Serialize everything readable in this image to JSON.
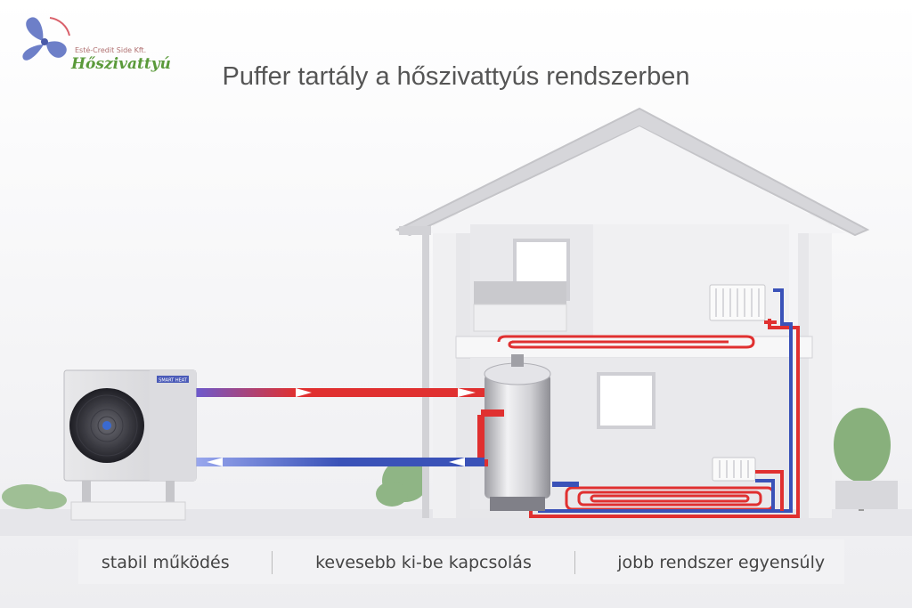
{
  "logo": {
    "subtitle": "Esté-Credit Side Kft.",
    "name": "Hőszivattyú",
    "icon": "fan-icon"
  },
  "title": "Puffer tartály a hőszivattyús rendszerben",
  "unit_badge": "SMART HEAT",
  "captions": [
    "stabil működés",
    "kevesebb ki-be kapcsolás",
    "jobb rendszer egyensúly"
  ],
  "colors": {
    "hot_pipe": "#e03030",
    "cold_pipe": "#3a52b8",
    "wall": "#ffffff",
    "roof": "#d8d8dc"
  }
}
